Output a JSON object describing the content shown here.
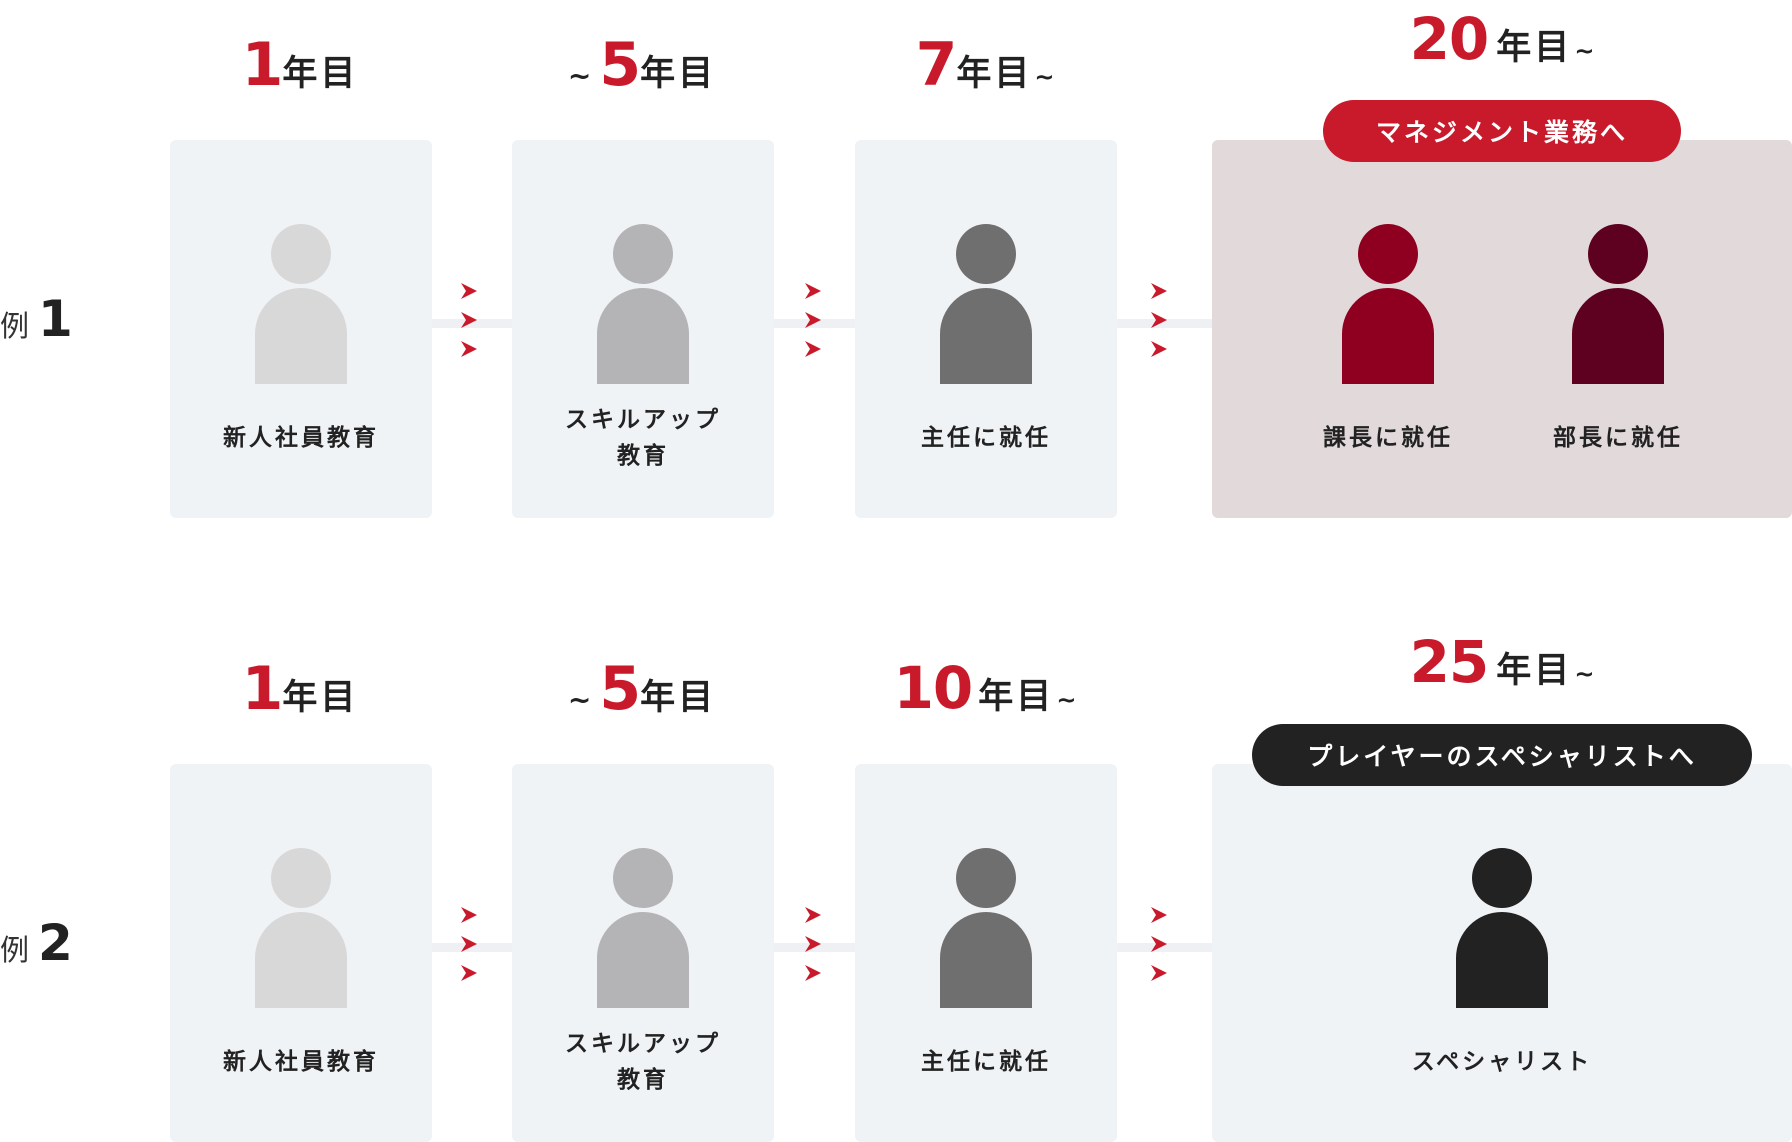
{
  "colors": {
    "accent_red": "#c81a2b",
    "card_bg": "#f0f3f6",
    "mgmt_card_bg": "#e2d9da",
    "person_1": "#d8d8d8",
    "person_2": "#b4b4b6",
    "person_3": "#6f6f6f",
    "person_kacho": "#8f0020",
    "person_bucho": "#5e0020",
    "person_specialist": "#222222",
    "pill_specialist": "#222222"
  },
  "rows": [
    {
      "label_word": "例",
      "label_number": "1",
      "stages": [
        {
          "pre": "",
          "num": "1",
          "unit": "年目",
          "post": "",
          "label_lines": [
            "新人社員教育"
          ],
          "person": "person-icon"
        },
        {
          "pre": "~",
          "num": "5",
          "unit": "年目",
          "post": "",
          "label_lines": [
            "スキルアップ",
            "教育"
          ],
          "person": "person-icon"
        },
        {
          "pre": "",
          "num": "7",
          "unit": "年目",
          "post": "~",
          "label_lines": [
            "主任に就任"
          ],
          "person": "person-icon"
        }
      ],
      "final": {
        "num": "20",
        "unit": "年目",
        "post": "~",
        "pill": "マネジメント業務へ",
        "people": [
          {
            "label": "課長に就任"
          },
          {
            "label": "部長に就任"
          }
        ]
      }
    },
    {
      "label_word": "例",
      "label_number": "2",
      "stages": [
        {
          "pre": "",
          "num": "1",
          "unit": "年目",
          "post": "",
          "label_lines": [
            "新人社員教育"
          ],
          "person": "person-icon"
        },
        {
          "pre": "~",
          "num": "5",
          "unit": "年目",
          "post": "",
          "label_lines": [
            "スキルアップ",
            "教育"
          ],
          "person": "person-icon"
        },
        {
          "pre": "",
          "num": "10",
          "unit": "年目",
          "post": "~",
          "label_lines": [
            "主任に就任"
          ],
          "person": "person-icon"
        }
      ],
      "final": {
        "num": "25",
        "unit": "年目",
        "post": "~",
        "pill": "プレイヤーのスペシャリストへ",
        "people": [
          {
            "label": "スペシャリスト"
          }
        ]
      }
    }
  ]
}
